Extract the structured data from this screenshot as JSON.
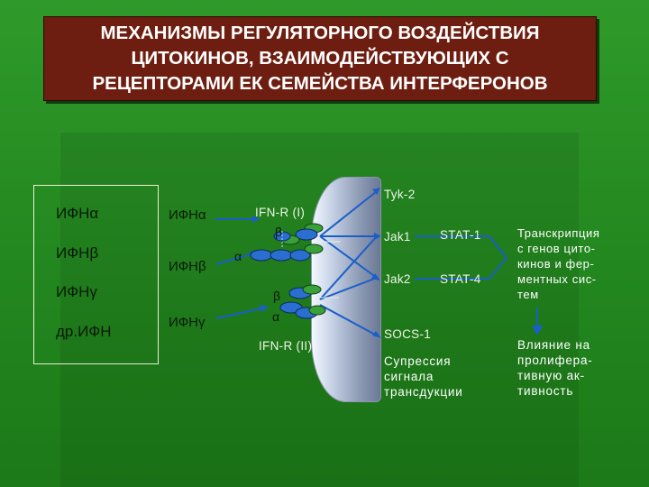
{
  "title": {
    "line1": "МЕХАНИЗМЫ РЕГУЛЯТОРНОГО ВОЗДЕЙСТВИЯ",
    "line2": "ЦИТОКИНОВ, ВЗАИМОДЕЙСТВУЮЩИХ С",
    "line3": "РЕЦЕПТОРАМИ ЕК СЕМЕЙСТВА ИНТЕРФЕРОНОВ"
  },
  "ifn_list": {
    "alpha": "ИФНα",
    "beta": "ИФНβ",
    "gamma": "ИФНγ",
    "other": "др.ИФН"
  },
  "ligands": {
    "alpha": "ИФНα",
    "beta": "ИФНβ",
    "gamma": "ИФНγ"
  },
  "receptors": {
    "r1": "IFN-R (I)",
    "r2": "IFN-R (II)",
    "beta1": "β",
    "alpha1": "α",
    "beta2": "β",
    "alpha2": "α"
  },
  "kinases": {
    "tyk2": "Tyk-2",
    "jak1": "Jak1",
    "jak2": "Jak2",
    "stat1": "STAT-1",
    "stat4": "STAT-4",
    "socs1": "SOCS-1",
    "suppression": "Супрессия\nсигнала\nтрансдукции"
  },
  "outcomes": {
    "transcription": "Транскрипция\nс генов цито-\nкинов и фер-\nментных сис-\nтем",
    "influence": "Влияние на\nпролифера-\nтивную ак-\nтивность"
  },
  "colors": {
    "background": "#23871f",
    "title_bg": "#6e1e10",
    "arrow": "#1a5ec8",
    "membrane": "#8c9ab4",
    "receptor_blue": "#2a6fd0",
    "receptor_green": "#3aa03a"
  }
}
